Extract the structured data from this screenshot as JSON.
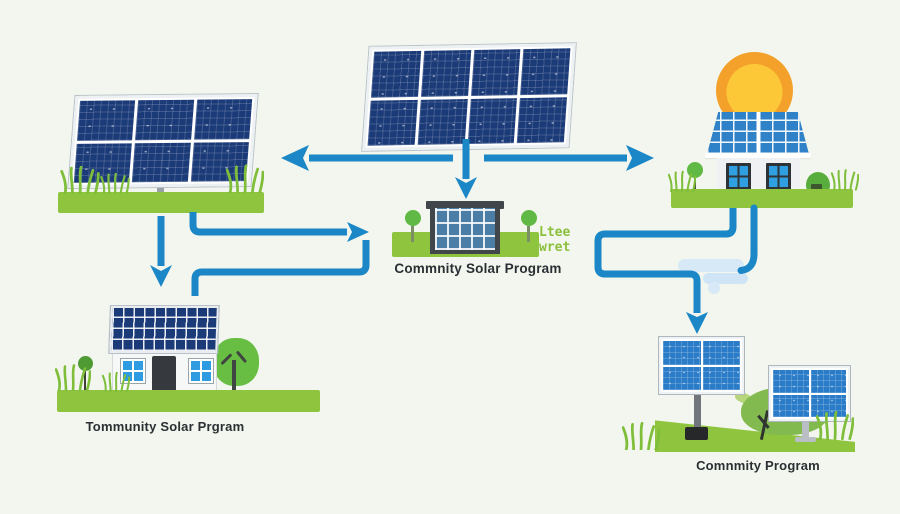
{
  "colors": {
    "background": "#f2f6ee",
    "arrow_blue": "#1b87c6",
    "panel_navy": "#1b3a78",
    "panel_blue": "#2a7cc8",
    "grass_green": "#8fc43e",
    "sun_outer": "#f3a12b",
    "sun_inner": "#fcc838",
    "building_frame": "#41464a",
    "building_glass": "#4b7ea7",
    "label_text": "#2b2f33",
    "note_green": "#8cc03c",
    "cloud_blue": "#d7e9f7"
  },
  "labels": {
    "center_program": "Commnity Solar Program",
    "bottom_left_program": "Tommunity Solar Prgram",
    "bottom_right_program": "Comnmity Program",
    "note_line1": "Ltee",
    "note_line2": "wret"
  },
  "nodes": {
    "top": "utility-solar-array",
    "left": "ground-mounted-solar-array",
    "center": "community-solar-building",
    "right": "solar-house-with-sun",
    "bottom_left": "residential-solar-house",
    "bottom_right": "pole-mounted-solar-panels"
  }
}
